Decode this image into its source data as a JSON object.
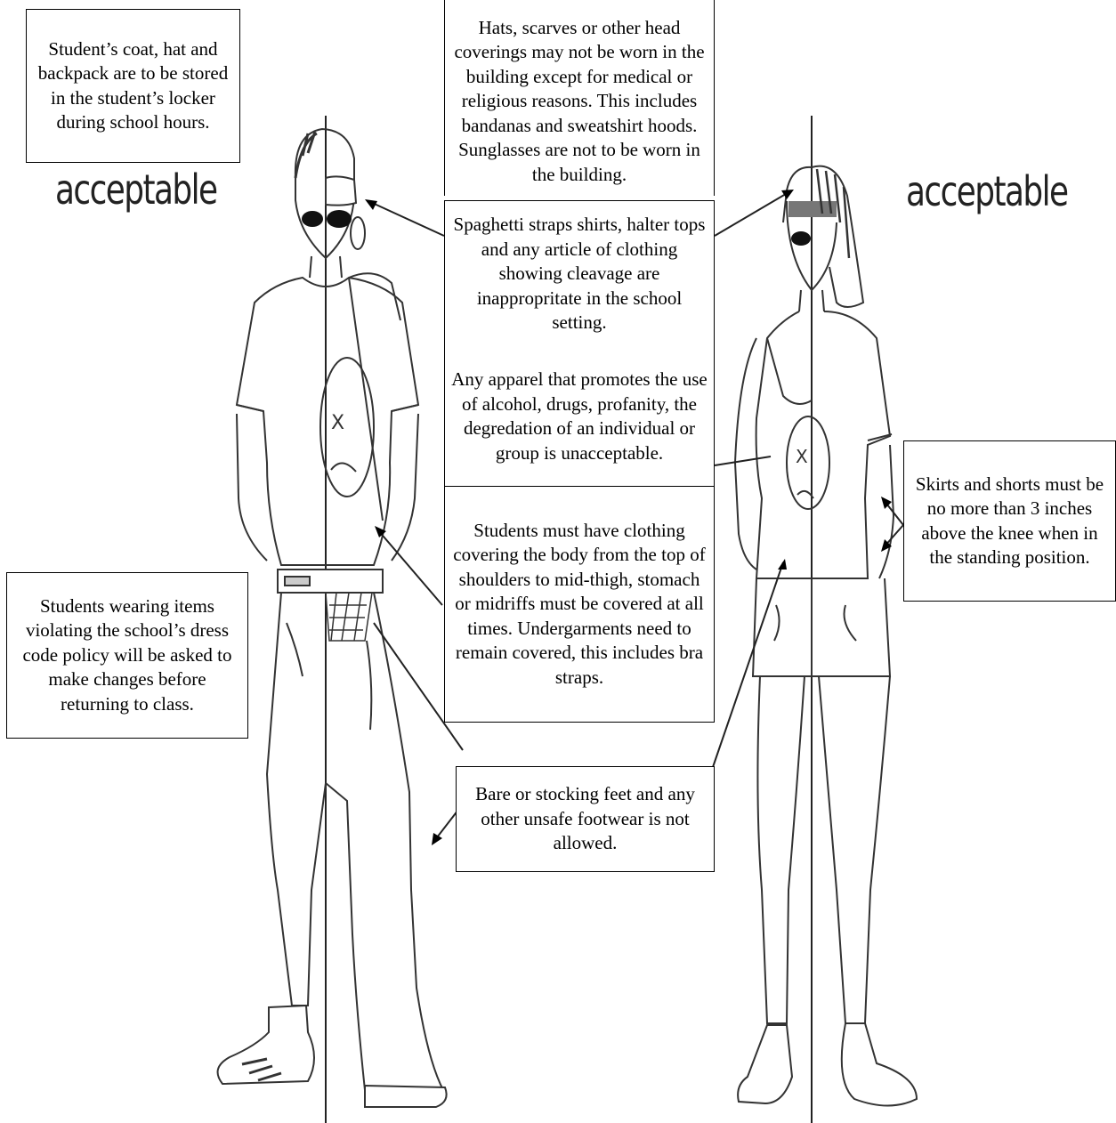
{
  "labels": {
    "left_acceptable": "acceptable",
    "right_acceptable": "acceptable"
  },
  "boxes": {
    "coat": "Student’s coat, hat and backpack are to be stored in the student’s locker during school hours.",
    "hats": "Hats, scarves or other head coverings may not be worn in the building except for medical or religious reasons. This includes bandanas and sweatshirt hoods.  Sunglasses are not to be worn in the building.",
    "straps": "Spaghetti straps shirts, halter tops and any article of clothing showing cleavage are inappropritate in the school setting.",
    "apparel": "Any apparel that promotes the use of alcohol, drugs, profanity, the degredation of an individual or group is unacceptable.",
    "coverage": "Students must have clothing covering the body from the top of shoulders to mid-thigh, stomach or midriffs must be covered at all times. Undergarments need to remain covered, this includes bra straps.",
    "violating": "Students wearing items violating the school’s dress code policy will be asked to make changes before returning to class.",
    "skirts": "Skirts and shorts must be no more than 3 inches above the knee when in the standing position.",
    "feet": "Bare or stocking feet and any other unsafe footwear is not allowed."
  },
  "marks": {
    "smiley_eye": "X"
  }
}
